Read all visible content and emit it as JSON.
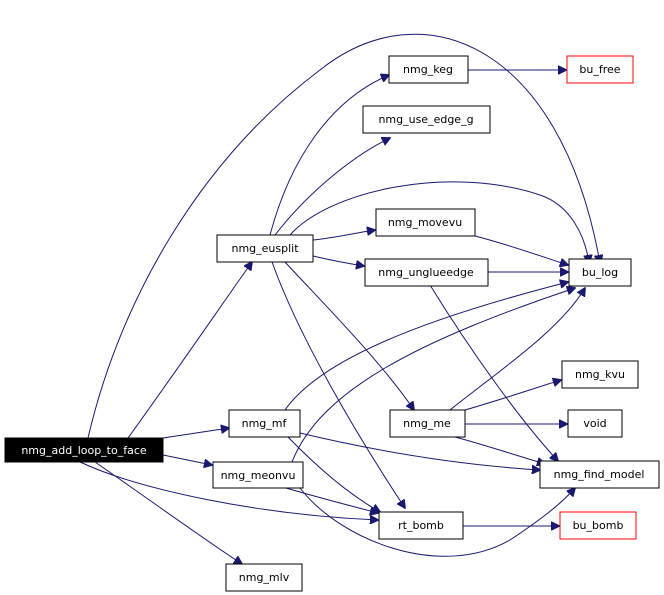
{
  "colors": {
    "edge": "#191970",
    "root_fill": "#000000",
    "external_border": "#ff0000",
    "node_border": "#000000"
  },
  "nodes": {
    "root": "nmg_add_loop_to_face",
    "nmg_eusplit": "nmg_eusplit",
    "nmg_mf": "nmg_mf",
    "nmg_meonvu": "nmg_meonvu",
    "nmg_mlv": "nmg_mlv",
    "nmg_keg": "nmg_keg",
    "nmg_use_edge_g": "nmg_use_edge_g",
    "nmg_movevu": "nmg_movevu",
    "nmg_unglueedge": "nmg_unglueedge",
    "nmg_me": "nmg_me",
    "rt_bomb": "rt_bomb",
    "bu_free": "bu_free",
    "bu_log": "bu_log",
    "nmg_kvu": "nmg_kvu",
    "void": "void",
    "nmg_find_model": "nmg_find_model",
    "bu_bomb": "bu_bomb"
  },
  "edges": [
    [
      "root",
      "nmg_eusplit"
    ],
    [
      "root",
      "nmg_mf"
    ],
    [
      "root",
      "nmg_meonvu"
    ],
    [
      "root",
      "nmg_mlv"
    ],
    [
      "root",
      "rt_bomb"
    ],
    [
      "root",
      "bu_log"
    ],
    [
      "nmg_eusplit",
      "nmg_keg"
    ],
    [
      "nmg_eusplit",
      "nmg_use_edge_g"
    ],
    [
      "nmg_eusplit",
      "nmg_movevu"
    ],
    [
      "nmg_eusplit",
      "nmg_unglueedge"
    ],
    [
      "nmg_eusplit",
      "bu_log"
    ],
    [
      "nmg_eusplit",
      "nmg_me"
    ],
    [
      "nmg_eusplit",
      "rt_bomb"
    ],
    [
      "nmg_keg",
      "bu_free"
    ],
    [
      "nmg_movevu",
      "bu_log"
    ],
    [
      "nmg_unglueedge",
      "bu_log"
    ],
    [
      "nmg_unglueedge",
      "nmg_find_model"
    ],
    [
      "nmg_mf",
      "bu_log"
    ],
    [
      "nmg_mf",
      "nmg_find_model"
    ],
    [
      "nmg_mf",
      "rt_bomb"
    ],
    [
      "nmg_meonvu",
      "bu_log"
    ],
    [
      "nmg_meonvu",
      "rt_bomb"
    ],
    [
      "nmg_meonvu",
      "nmg_find_model"
    ],
    [
      "nmg_me",
      "bu_log"
    ],
    [
      "nmg_me",
      "nmg_kvu"
    ],
    [
      "nmg_me",
      "void"
    ],
    [
      "nmg_me",
      "nmg_find_model"
    ],
    [
      "rt_bomb",
      "bu_bomb"
    ]
  ]
}
